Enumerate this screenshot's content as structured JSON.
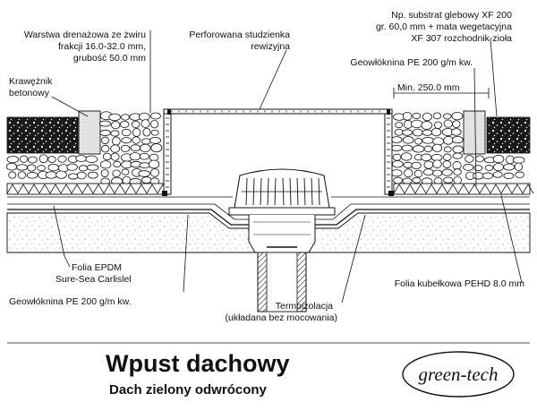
{
  "labels": {
    "gravel": [
      "Warstwa drenażowa ze żwiru",
      "frakcji 16.0-32.0 mm,",
      "grubość 50.0 mm"
    ],
    "kerb": [
      "Krawężnik",
      "betonowy"
    ],
    "inspection": [
      "Perforowana studzienka",
      "rewizyjna"
    ],
    "substrate": [
      "Np. substrat glebowy XF 200",
      "gr. 60,0 mm + mata wegetacyjna",
      "XF 307 rozchodnik-zioła"
    ],
    "geotextile_top": "Geowłóknina PE 200 g/m kw.",
    "min_distance": "Min. 250.0 mm",
    "epdm": [
      "Folia EPDM",
      "Sure-Sea Carlislel"
    ],
    "geotextile_bottom": "Geowłóknina PE 200 g/m kw.",
    "insulation": [
      "Termoizolacja",
      "(układana bez mocowania)"
    ],
    "dimple_membrane": "Folia kubełkowa PEHD 8.0 mm"
  },
  "title": "Wpust dachowy",
  "subtitle": "Dach zielony odwrócony",
  "logo": "green-tech"
}
